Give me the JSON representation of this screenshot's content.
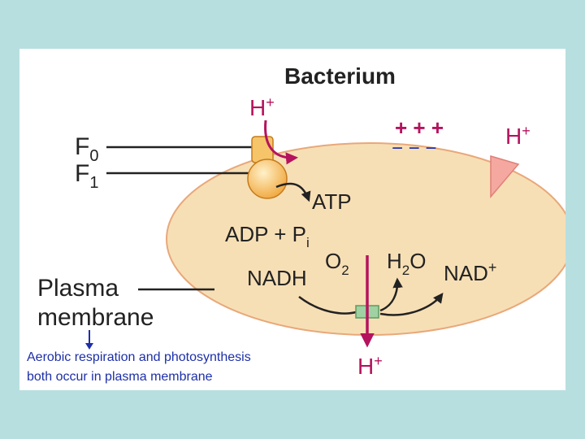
{
  "diagram": {
    "title": "Bacterium",
    "labels": {
      "f0": "F",
      "f0_sub": "0",
      "f1": "F",
      "f1_sub": "1",
      "h_top": "H",
      "h_top_sup": "+",
      "charges_plus": "+ + +",
      "charges_minus": "− − −",
      "h_right": "H",
      "h_right_sup": "+",
      "atp": "ATP",
      "adp": "ADP + P",
      "adp_sub": "i",
      "nadh": "NADH",
      "o2": "O",
      "o2_sub": "2",
      "h2o_h": "H",
      "h2o_sub": "2",
      "h2o_o": "O",
      "nad": "NAD",
      "nad_sup": "+",
      "plasma": "Plasma",
      "membrane": "membrane",
      "h_bottom": "H",
      "h_bottom_sup": "+"
    },
    "colors": {
      "cell_fill": "#f7dfb5",
      "cell_border": "#e8a87a",
      "arrow_magenta": "#b5135e",
      "enzyme_orange": "#f0a63b",
      "carrier_green": "#9fd1a2",
      "caption_blue": "#1d2fa8"
    }
  },
  "caption": {
    "text": "Aerobic respiration and photosynthesis both occur in plasma membrane"
  }
}
